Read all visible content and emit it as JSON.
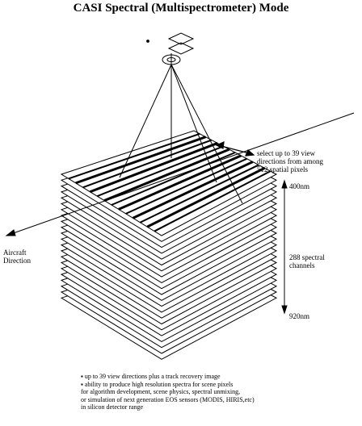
{
  "title": "CASI  Spectral (Multispectrometer) Mode",
  "aircraft_label": [
    "Aircraft",
    "Direction"
  ],
  "view_label": [
    "select up to 39 view",
    "directions from among",
    "512 spatial pixels"
  ],
  "wavelength_top": "400nm",
  "wavelength_bottom": "920nm",
  "channels_label": [
    "288 spectral",
    "channels"
  ],
  "sensor_label": "",
  "notes": [
    "▪ up to 39 view directions plus a track recovery image",
    "▪ ability to produce high resolution spectra for scene pixels",
    "for algorithm development, scene physics, spectral unmixing,",
    "or simulation of next generation EOS sensors (MODIS, HIRIS,etc)",
    "in silicon detector range"
  ]
}
